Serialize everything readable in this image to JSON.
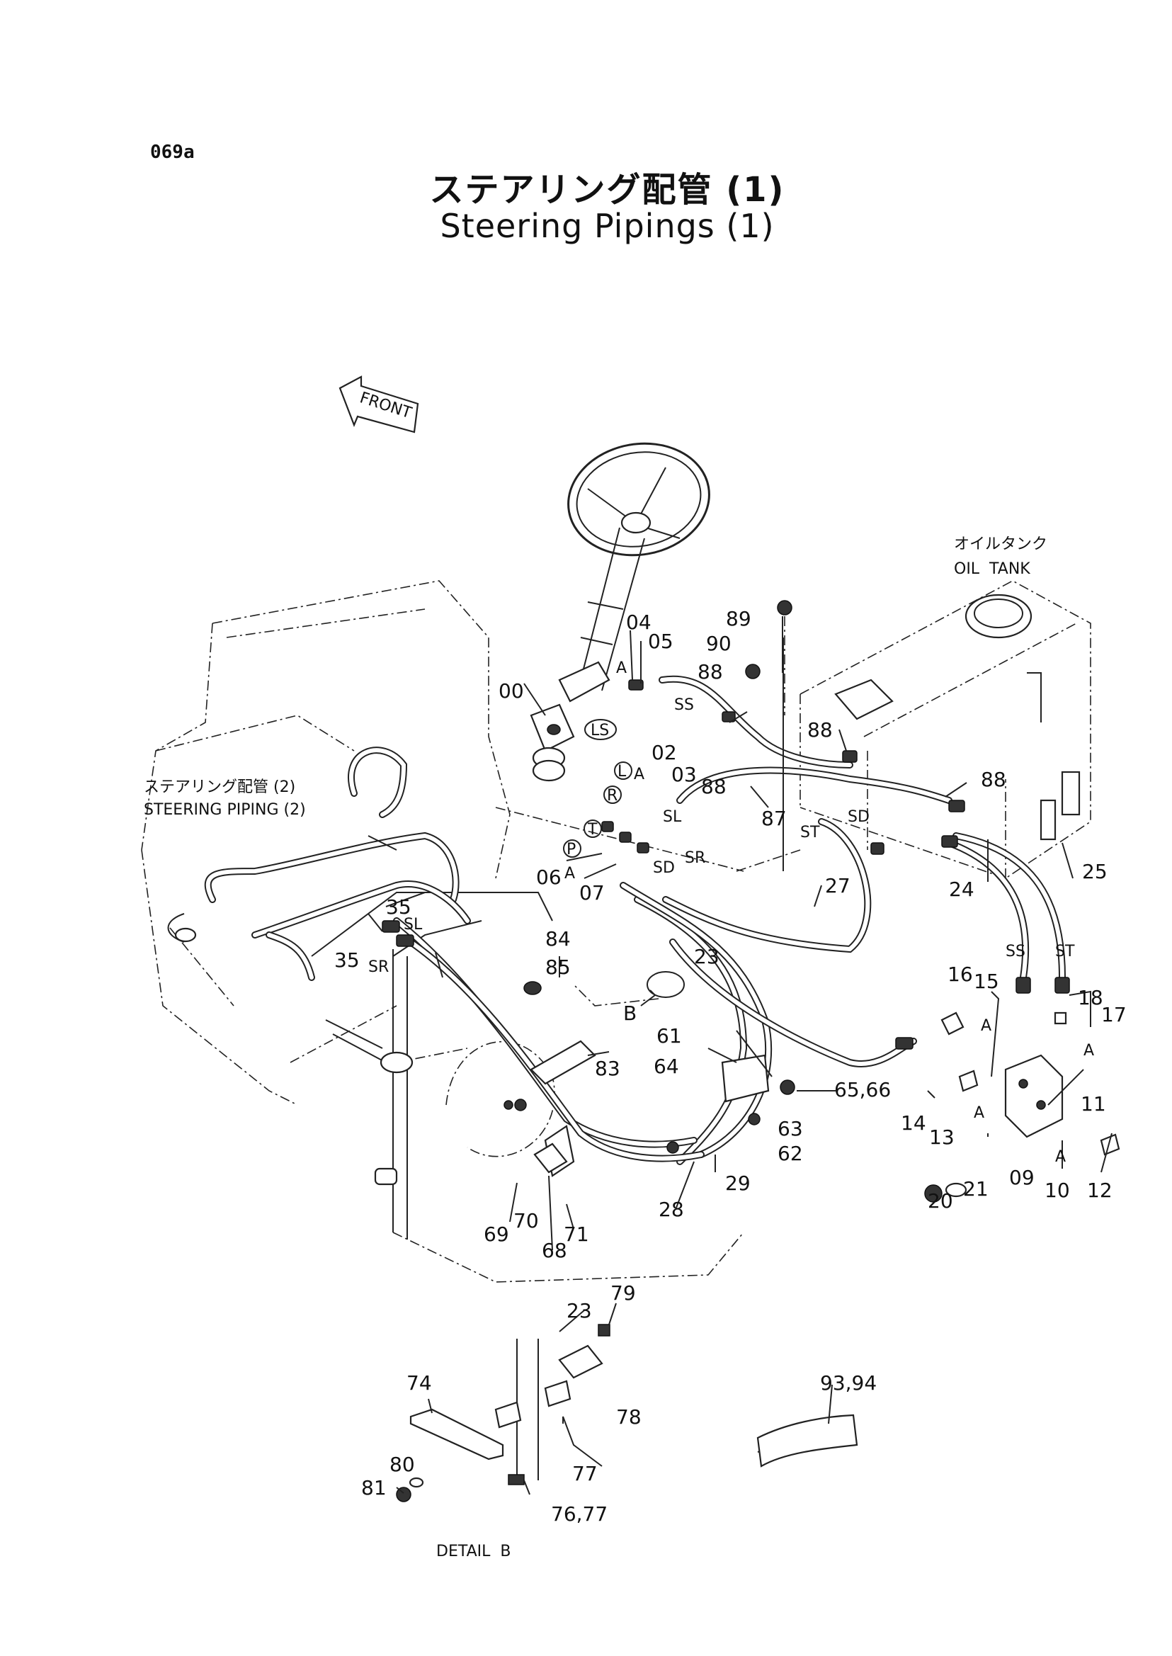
{
  "page_code": "069a",
  "title_jp": "ステアリング配管 (1)",
  "title_en": "Steering Pipings (1)",
  "front_label": "FRONT",
  "oil_tank": {
    "jp": "オイルタンク",
    "en": "OIL  TANK"
  },
  "steering_ref": {
    "jp": "ステアリング配管 (2)",
    "en": "STEERING PIPING (2)"
  },
  "detail_label": "DETAIL  B",
  "callouts": {
    "c00": "00",
    "c02": "02",
    "c03": "03",
    "c04": "04",
    "c05": "05",
    "c06": "06",
    "c07": "07",
    "c09": "09",
    "c10": "10",
    "c11": "11",
    "c12": "12",
    "c13": "13",
    "c14": "14",
    "c15": "15",
    "c16": "16",
    "c17": "17",
    "c18": "18",
    "c20": "20",
    "c21": "21",
    "c23": "23",
    "c23b": "23",
    "c24": "24",
    "c25": "25",
    "c27": "27",
    "c28": "28",
    "c29": "29",
    "c35a": "35",
    "c35b": "35",
    "c61": "61",
    "c62": "62",
    "c63": "63",
    "c64": "64",
    "c6566": "65,66",
    "c68": "68",
    "c69": "69",
    "c70": "70",
    "c71": "71",
    "c74": "74",
    "c7677": "76,77",
    "c77": "77",
    "c78": "78",
    "c79": "79",
    "c80": "80",
    "c81": "81",
    "c83": "83",
    "c84": "84",
    "c85": "85",
    "c87": "87",
    "c88a": "88",
    "c88b": "88",
    "c88c": "88",
    "c88d": "88",
    "c89": "89",
    "c90": "90",
    "c9394": "93,94"
  },
  "ports": {
    "ls": "LS",
    "l": "L",
    "r": "R",
    "t": "T",
    "p": "P",
    "a1": "A",
    "a2": "A",
    "a3": "A",
    "a4": "A",
    "a5": "A",
    "a6": "A",
    "a7": "A",
    "ss1": "SS",
    "ss2": "SS",
    "sl1": "SL",
    "sl2": "SL",
    "sr1": "SR",
    "sr2": "SR",
    "sd1": "SD",
    "sd2": "SD",
    "st1": "ST",
    "st2": "ST",
    "b": "B"
  }
}
